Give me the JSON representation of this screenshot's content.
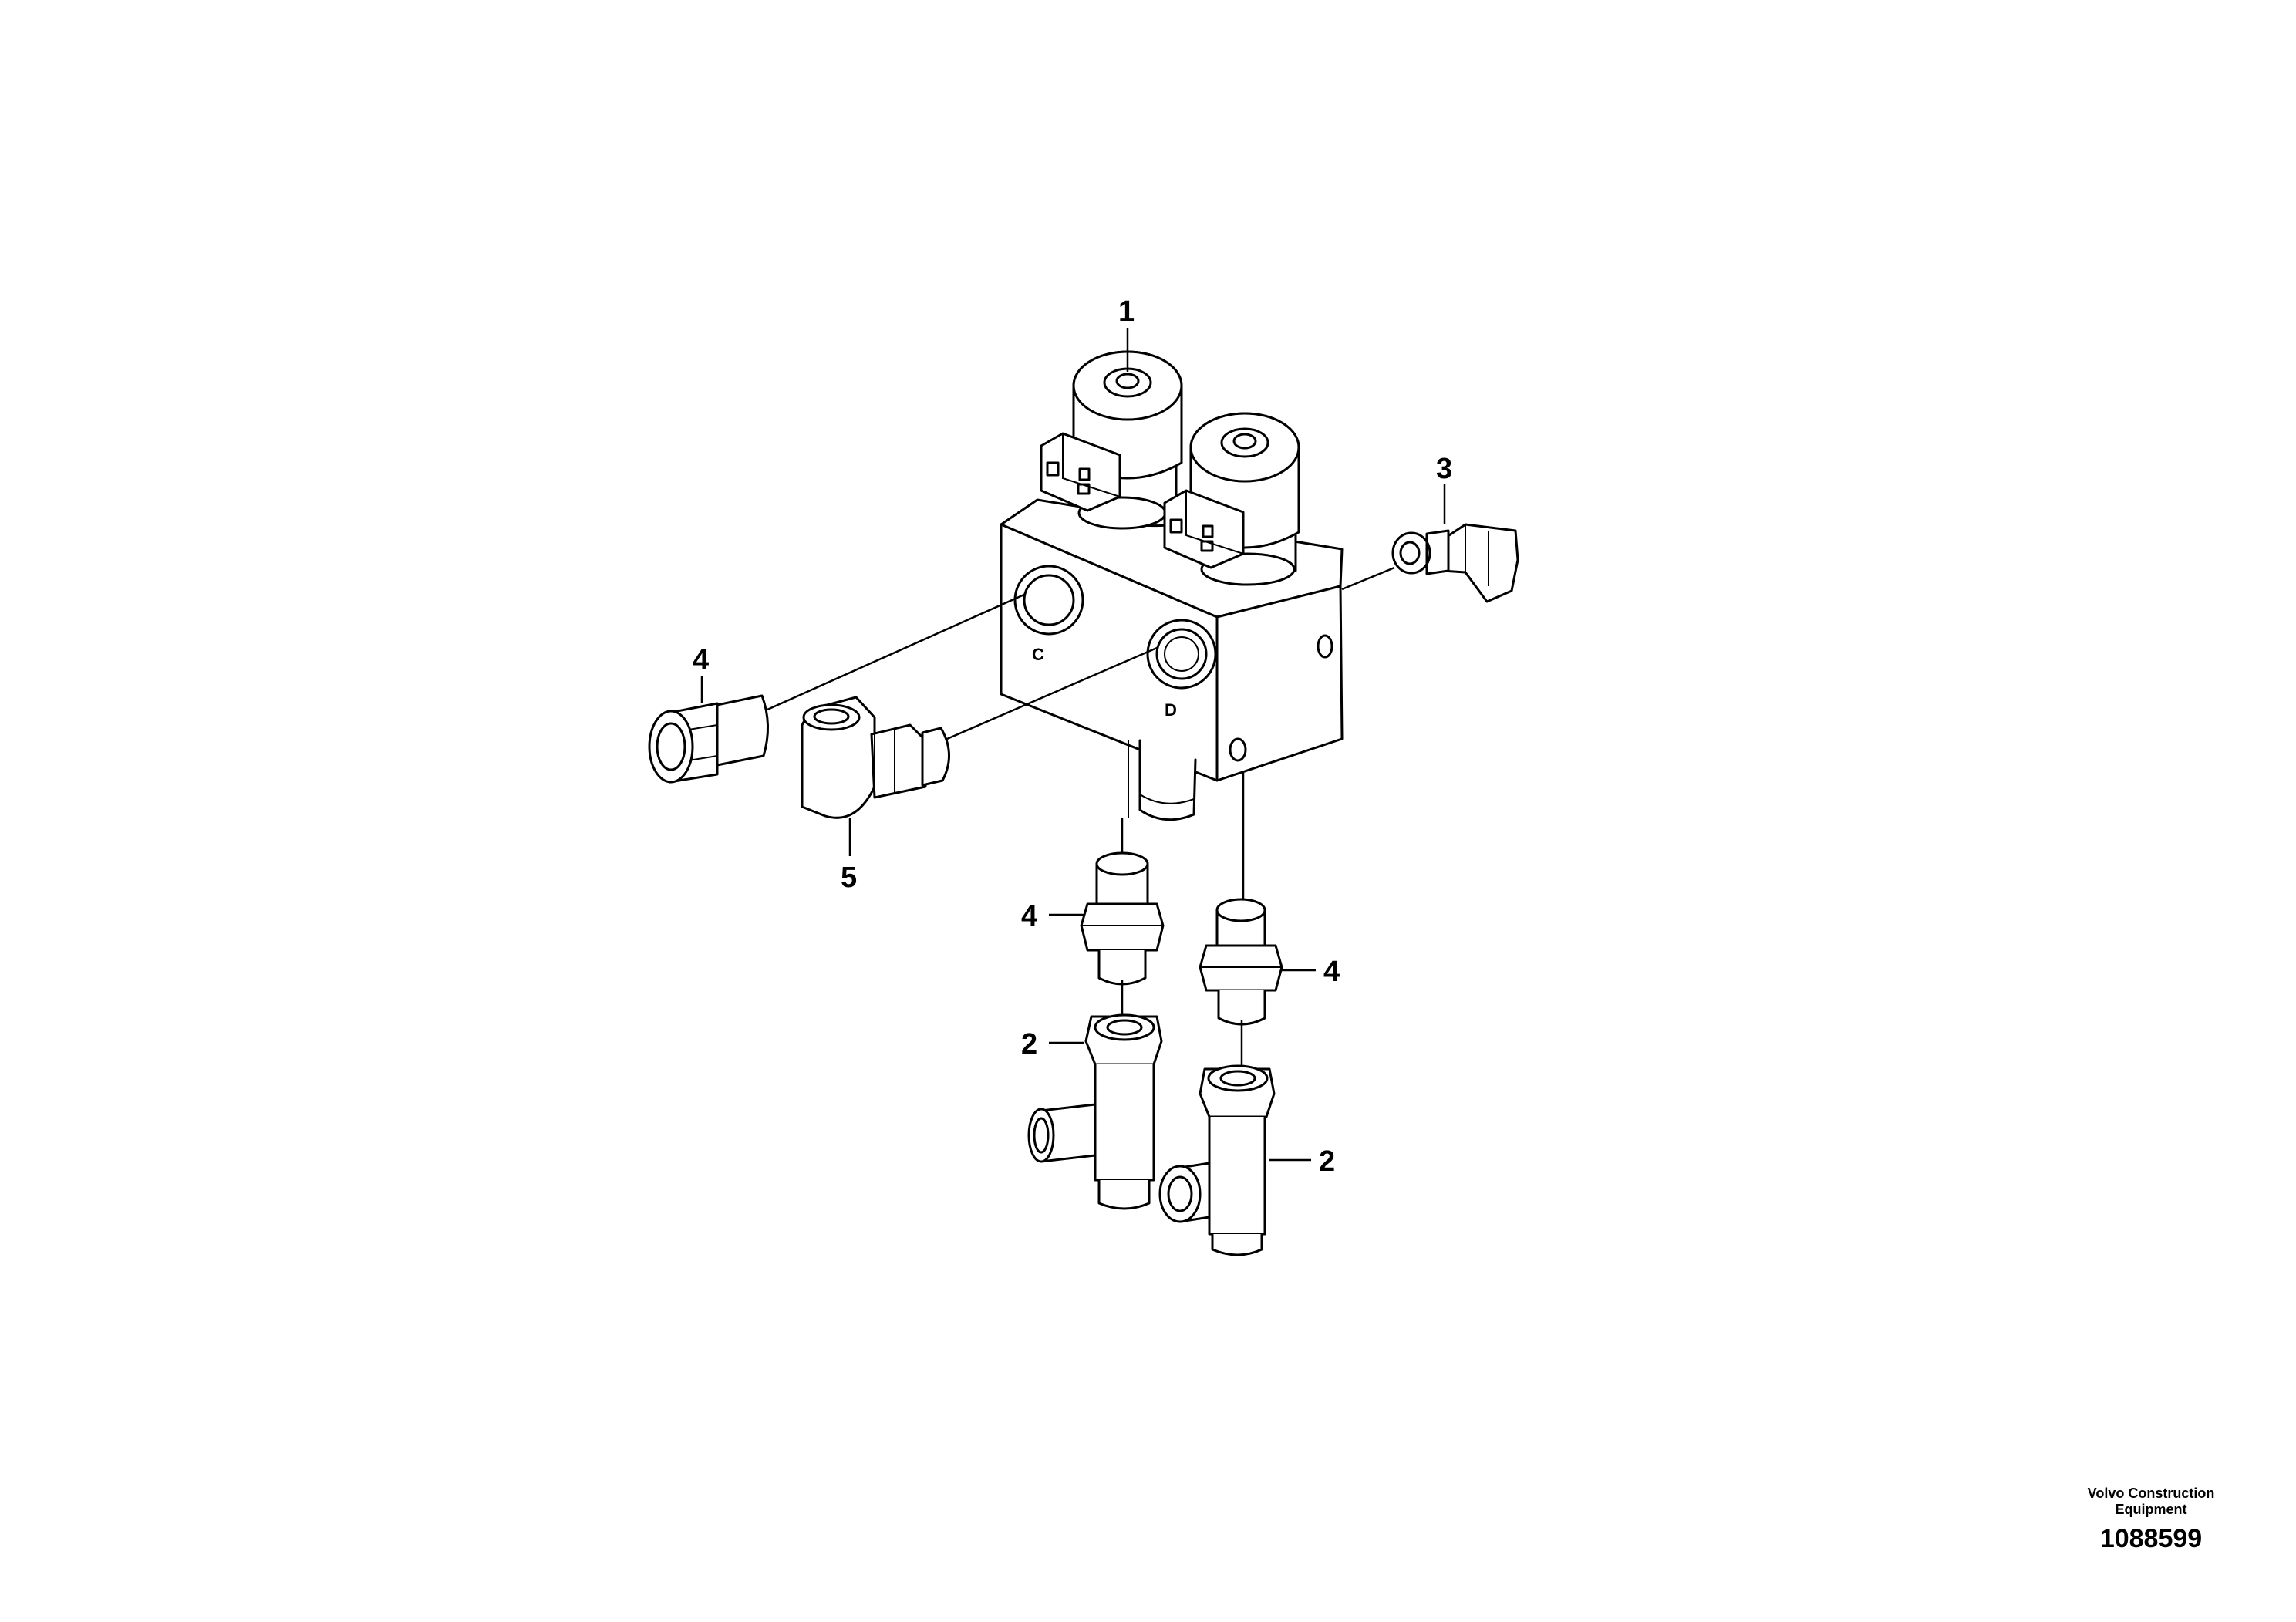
{
  "callouts": {
    "c1": "1",
    "c3": "3",
    "c4a": "4",
    "c4b": "4",
    "c4c": "4",
    "c5": "5",
    "c2a": "2",
    "c2b": "2"
  },
  "port_labels": {
    "c": "C",
    "d": "D"
  },
  "publisher": "Volvo Construction Equipment",
  "document_number": "1088599",
  "colors": {
    "line": "#000000",
    "background": "#ffffff"
  }
}
